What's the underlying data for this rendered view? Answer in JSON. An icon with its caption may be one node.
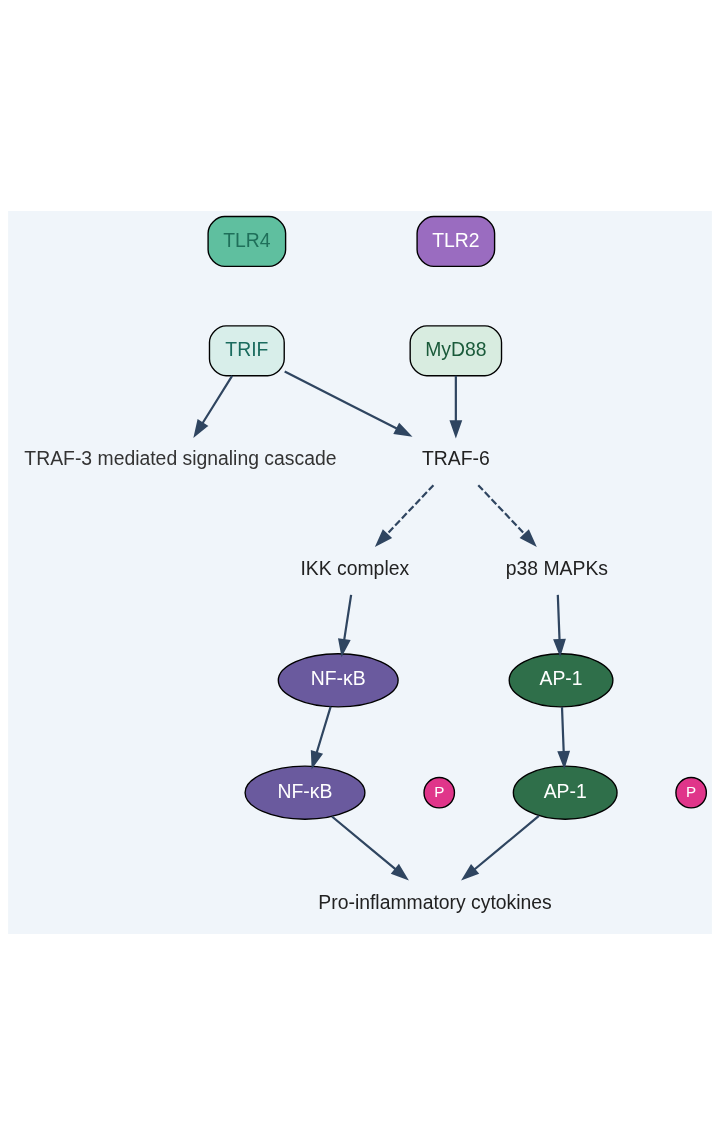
{
  "diagram": {
    "nodes": [
      {
        "text": [
          "TLR4"
        ]
      },
      {
        "text": [
          "TLR2"
        ]
      },
      {
        "text": [
          "TRIF"
        ]
      },
      {
        "text": [
          "MyD88"
        ]
      },
      {
        "text": [
          "TRAF-3 mediated signaling cascade"
        ]
      },
      {
        "text": [
          "TRAF-6"
        ]
      },
      {
        "text": [
          "IKK complex"
        ]
      },
      {
        "text": [
          "p38 MAPKs"
        ]
      },
      {
        "text": [
          "NF-κB"
        ]
      },
      {
        "text": [
          "AP-1"
        ]
      },
      {
        "text": [
          "NF-κB"
        ]
      },
      {
        "text": [
          "AP-1"
        ]
      },
      {
        "text": [
          "Pro-inflammatory cytokines"
        ]
      }
    ],
    "edges": [
      {
        "from": 2,
        "to": 4,
        "arrow": "to"
      },
      {
        "from": 2,
        "to": 5,
        "arrow": "to"
      },
      {
        "from": 3,
        "to": 5,
        "arrow": "to"
      },
      {
        "from": 5,
        "to": 6,
        "arrow": "to",
        "style": "dashed"
      },
      {
        "from": 5,
        "to": 7,
        "arrow": "to",
        "style": "dashed"
      },
      {
        "from": 6,
        "to": 8,
        "arrow": "to"
      },
      {
        "from": 7,
        "to": 9,
        "arrow": "to"
      },
      {
        "from": 8,
        "to": 10,
        "arrow": "to"
      },
      {
        "from": 9,
        "to": 11,
        "arrow": "to"
      },
      {
        "from": 10,
        "to": 12,
        "arrow": "to"
      },
      {
        "from": 11,
        "to": 12,
        "arrow": "to"
      }
    ],
    "labels": [
      "P",
      "P"
    ]
  }
}
